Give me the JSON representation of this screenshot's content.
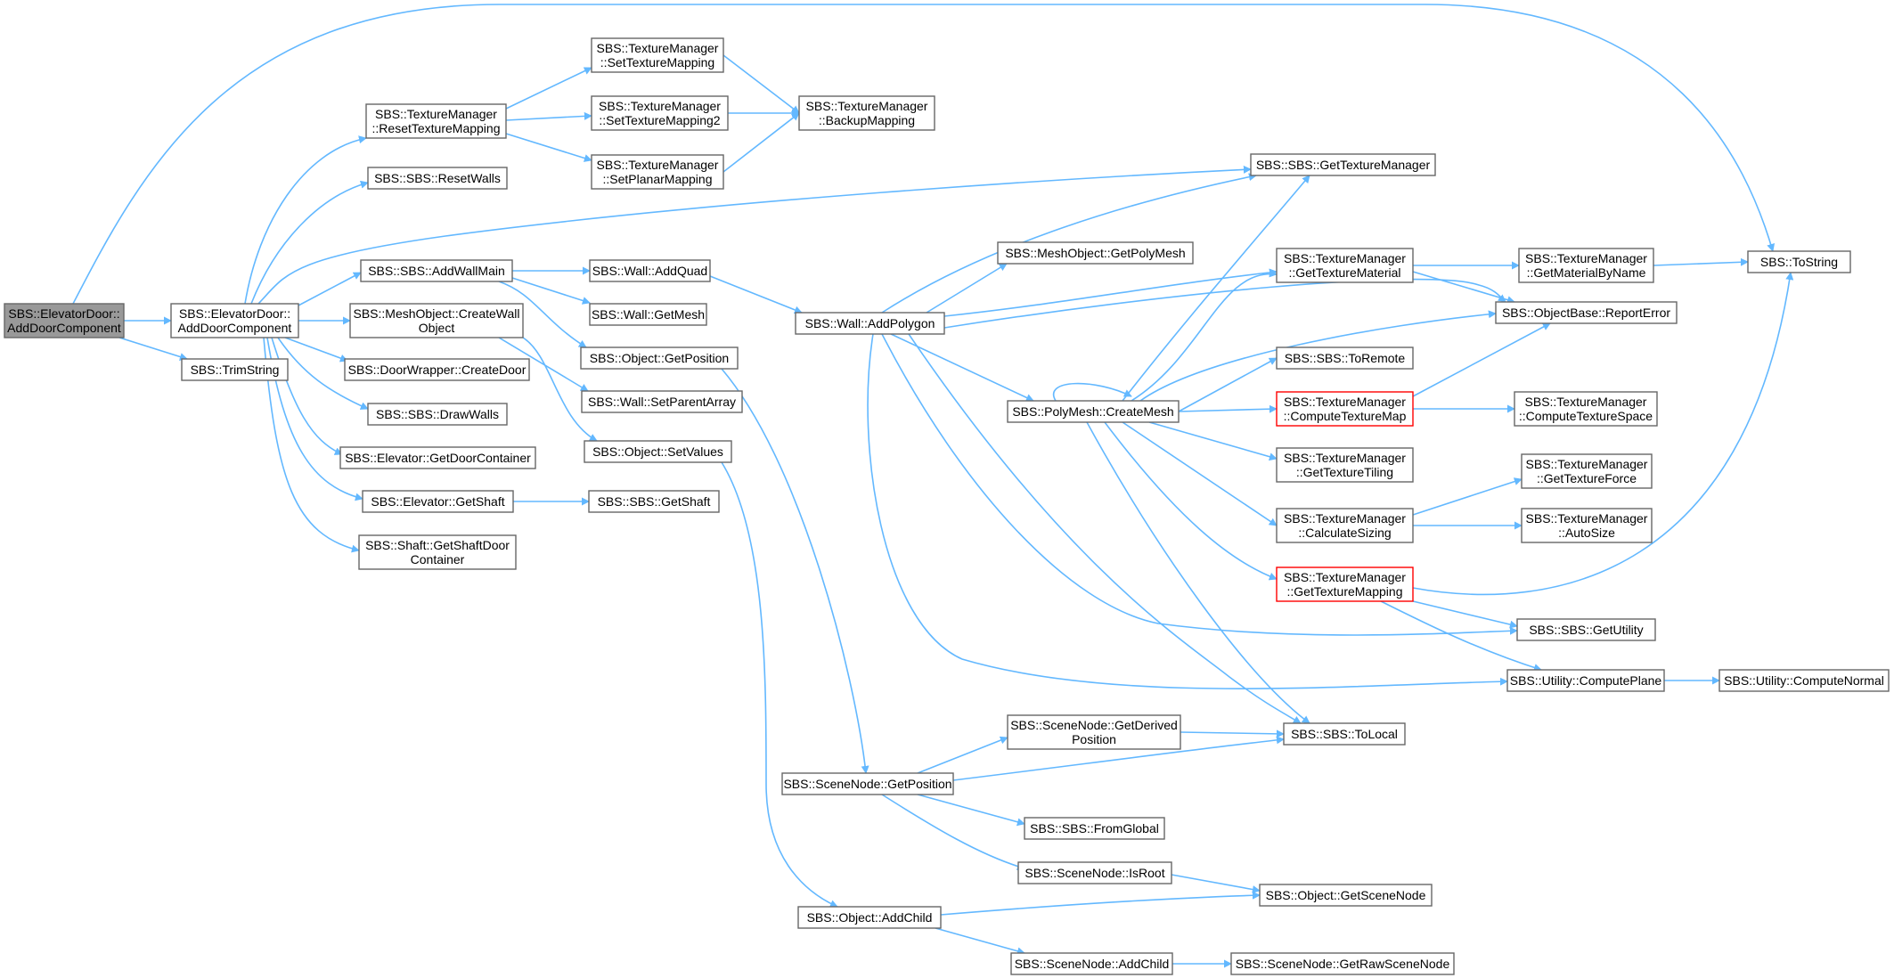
{
  "colors": {
    "edge": "#63b8ff",
    "node_border": "#666666",
    "node_fill": "#ffffff",
    "root_fill": "#999999",
    "root_border": "#666666",
    "highlight_border": "#ff0000"
  },
  "nodes": {
    "root": {
      "lines": [
        "SBS::ElevatorDoor::",
        "AddDoorComponent"
      ]
    },
    "edac": {
      "lines": [
        "SBS::ElevatorDoor::",
        "AddDoorComponent"
      ]
    },
    "trim": {
      "lines": [
        "SBS::TrimString"
      ]
    },
    "tmreset": {
      "lines": [
        "SBS::TextureManager",
        "::ResetTextureMapping"
      ]
    },
    "tmset": {
      "lines": [
        "SBS::TextureManager",
        "::SetTextureMapping"
      ]
    },
    "tmset2": {
      "lines": [
        "SBS::TextureManager",
        "::SetTextureMapping2"
      ]
    },
    "tmplanar": {
      "lines": [
        "SBS::TextureManager",
        "::SetPlanarMapping"
      ]
    },
    "tmbackup": {
      "lines": [
        "SBS::TextureManager",
        "::BackupMapping"
      ]
    },
    "resetwalls": {
      "lines": [
        "SBS::SBS::ResetWalls"
      ]
    },
    "addwallmain": {
      "lines": [
        "SBS::SBS::AddWallMain"
      ]
    },
    "createwallobj": {
      "lines": [
        "SBS::MeshObject::CreateWall",
        "Object"
      ]
    },
    "createdoor": {
      "lines": [
        "SBS::DoorWrapper::CreateDoor"
      ]
    },
    "drawwalls": {
      "lines": [
        "SBS::SBS::DrawWalls"
      ]
    },
    "getdoorcont": {
      "lines": [
        "SBS::Elevator::GetDoorContainer"
      ]
    },
    "elevgetshaft": {
      "lines": [
        "SBS::Elevator::GetShaft"
      ]
    },
    "shaftdoorcont": {
      "lines": [
        "SBS::Shaft::GetShaftDoor",
        "Container"
      ]
    },
    "addquad": {
      "lines": [
        "SBS::Wall::AddQuad"
      ]
    },
    "getmesh": {
      "lines": [
        "SBS::Wall::GetMesh"
      ]
    },
    "objgetpos": {
      "lines": [
        "SBS::Object::GetPosition"
      ]
    },
    "setparentarray": {
      "lines": [
        "SBS::Wall::SetParentArray"
      ]
    },
    "objsetvalues": {
      "lines": [
        "SBS::Object::SetValues"
      ]
    },
    "sbsgetshaft": {
      "lines": [
        "SBS::SBS::GetShaft"
      ]
    },
    "addpolygon": {
      "lines": [
        "SBS::Wall::AddPolygon"
      ]
    },
    "getpolymesh": {
      "lines": [
        "SBS::MeshObject::GetPolyMesh"
      ]
    },
    "createmesh": {
      "lines": [
        "SBS::PolyMesh::CreateMesh"
      ]
    },
    "gettexmgr": {
      "lines": [
        "SBS::SBS::GetTextureManager"
      ]
    },
    "gettexmaterial": {
      "lines": [
        "SBS::TextureManager",
        "::GetTextureMaterial"
      ]
    },
    "toremote": {
      "lines": [
        "SBS::SBS::ToRemote"
      ]
    },
    "computetexmap": {
      "lines": [
        "SBS::TextureManager",
        "::ComputeTextureMap"
      ]
    },
    "gettextiling": {
      "lines": [
        "SBS::TextureManager",
        "::GetTextureTiling"
      ]
    },
    "calcsizing": {
      "lines": [
        "SBS::TextureManager",
        "::CalculateSizing"
      ]
    },
    "gettexmapping": {
      "lines": [
        "SBS::TextureManager",
        "::GetTextureMapping"
      ]
    },
    "getmatbyname": {
      "lines": [
        "SBS::TextureManager",
        "::GetMaterialByName"
      ]
    },
    "reporterror": {
      "lines": [
        "SBS::ObjectBase::ReportError"
      ]
    },
    "comptexspace": {
      "lines": [
        "SBS::TextureManager",
        "::ComputeTextureSpace"
      ]
    },
    "gettexforce": {
      "lines": [
        "SBS::TextureManager",
        "::GetTextureForce"
      ]
    },
    "autosize": {
      "lines": [
        "SBS::TextureManager",
        "::AutoSize"
      ]
    },
    "tostring": {
      "lines": [
        "SBS::ToString"
      ]
    },
    "getutility": {
      "lines": [
        "SBS::SBS::GetUtility"
      ]
    },
    "computeplane": {
      "lines": [
        "SBS::Utility::ComputePlane"
      ]
    },
    "computenormal": {
      "lines": [
        "SBS::Utility::ComputeNormal"
      ]
    },
    "sngetpos": {
      "lines": [
        "SBS::SceneNode::GetPosition"
      ]
    },
    "sngetderived": {
      "lines": [
        "SBS::SceneNode::GetDerived",
        "Position"
      ]
    },
    "tolocal": {
      "lines": [
        "SBS::SBS::ToLocal"
      ]
    },
    "fromglobal": {
      "lines": [
        "SBS::SBS::FromGlobal"
      ]
    },
    "snisroot": {
      "lines": [
        "SBS::SceneNode::IsRoot"
      ]
    },
    "objgetscenenode": {
      "lines": [
        "SBS::Object::GetSceneNode"
      ]
    },
    "objaddchild": {
      "lines": [
        "SBS::Object::AddChild"
      ]
    },
    "snaddchild": {
      "lines": [
        "SBS::SceneNode::AddChild"
      ]
    },
    "getrawscenenode": {
      "lines": [
        "SBS::SceneNode::GetRawSceneNode"
      ]
    }
  }
}
